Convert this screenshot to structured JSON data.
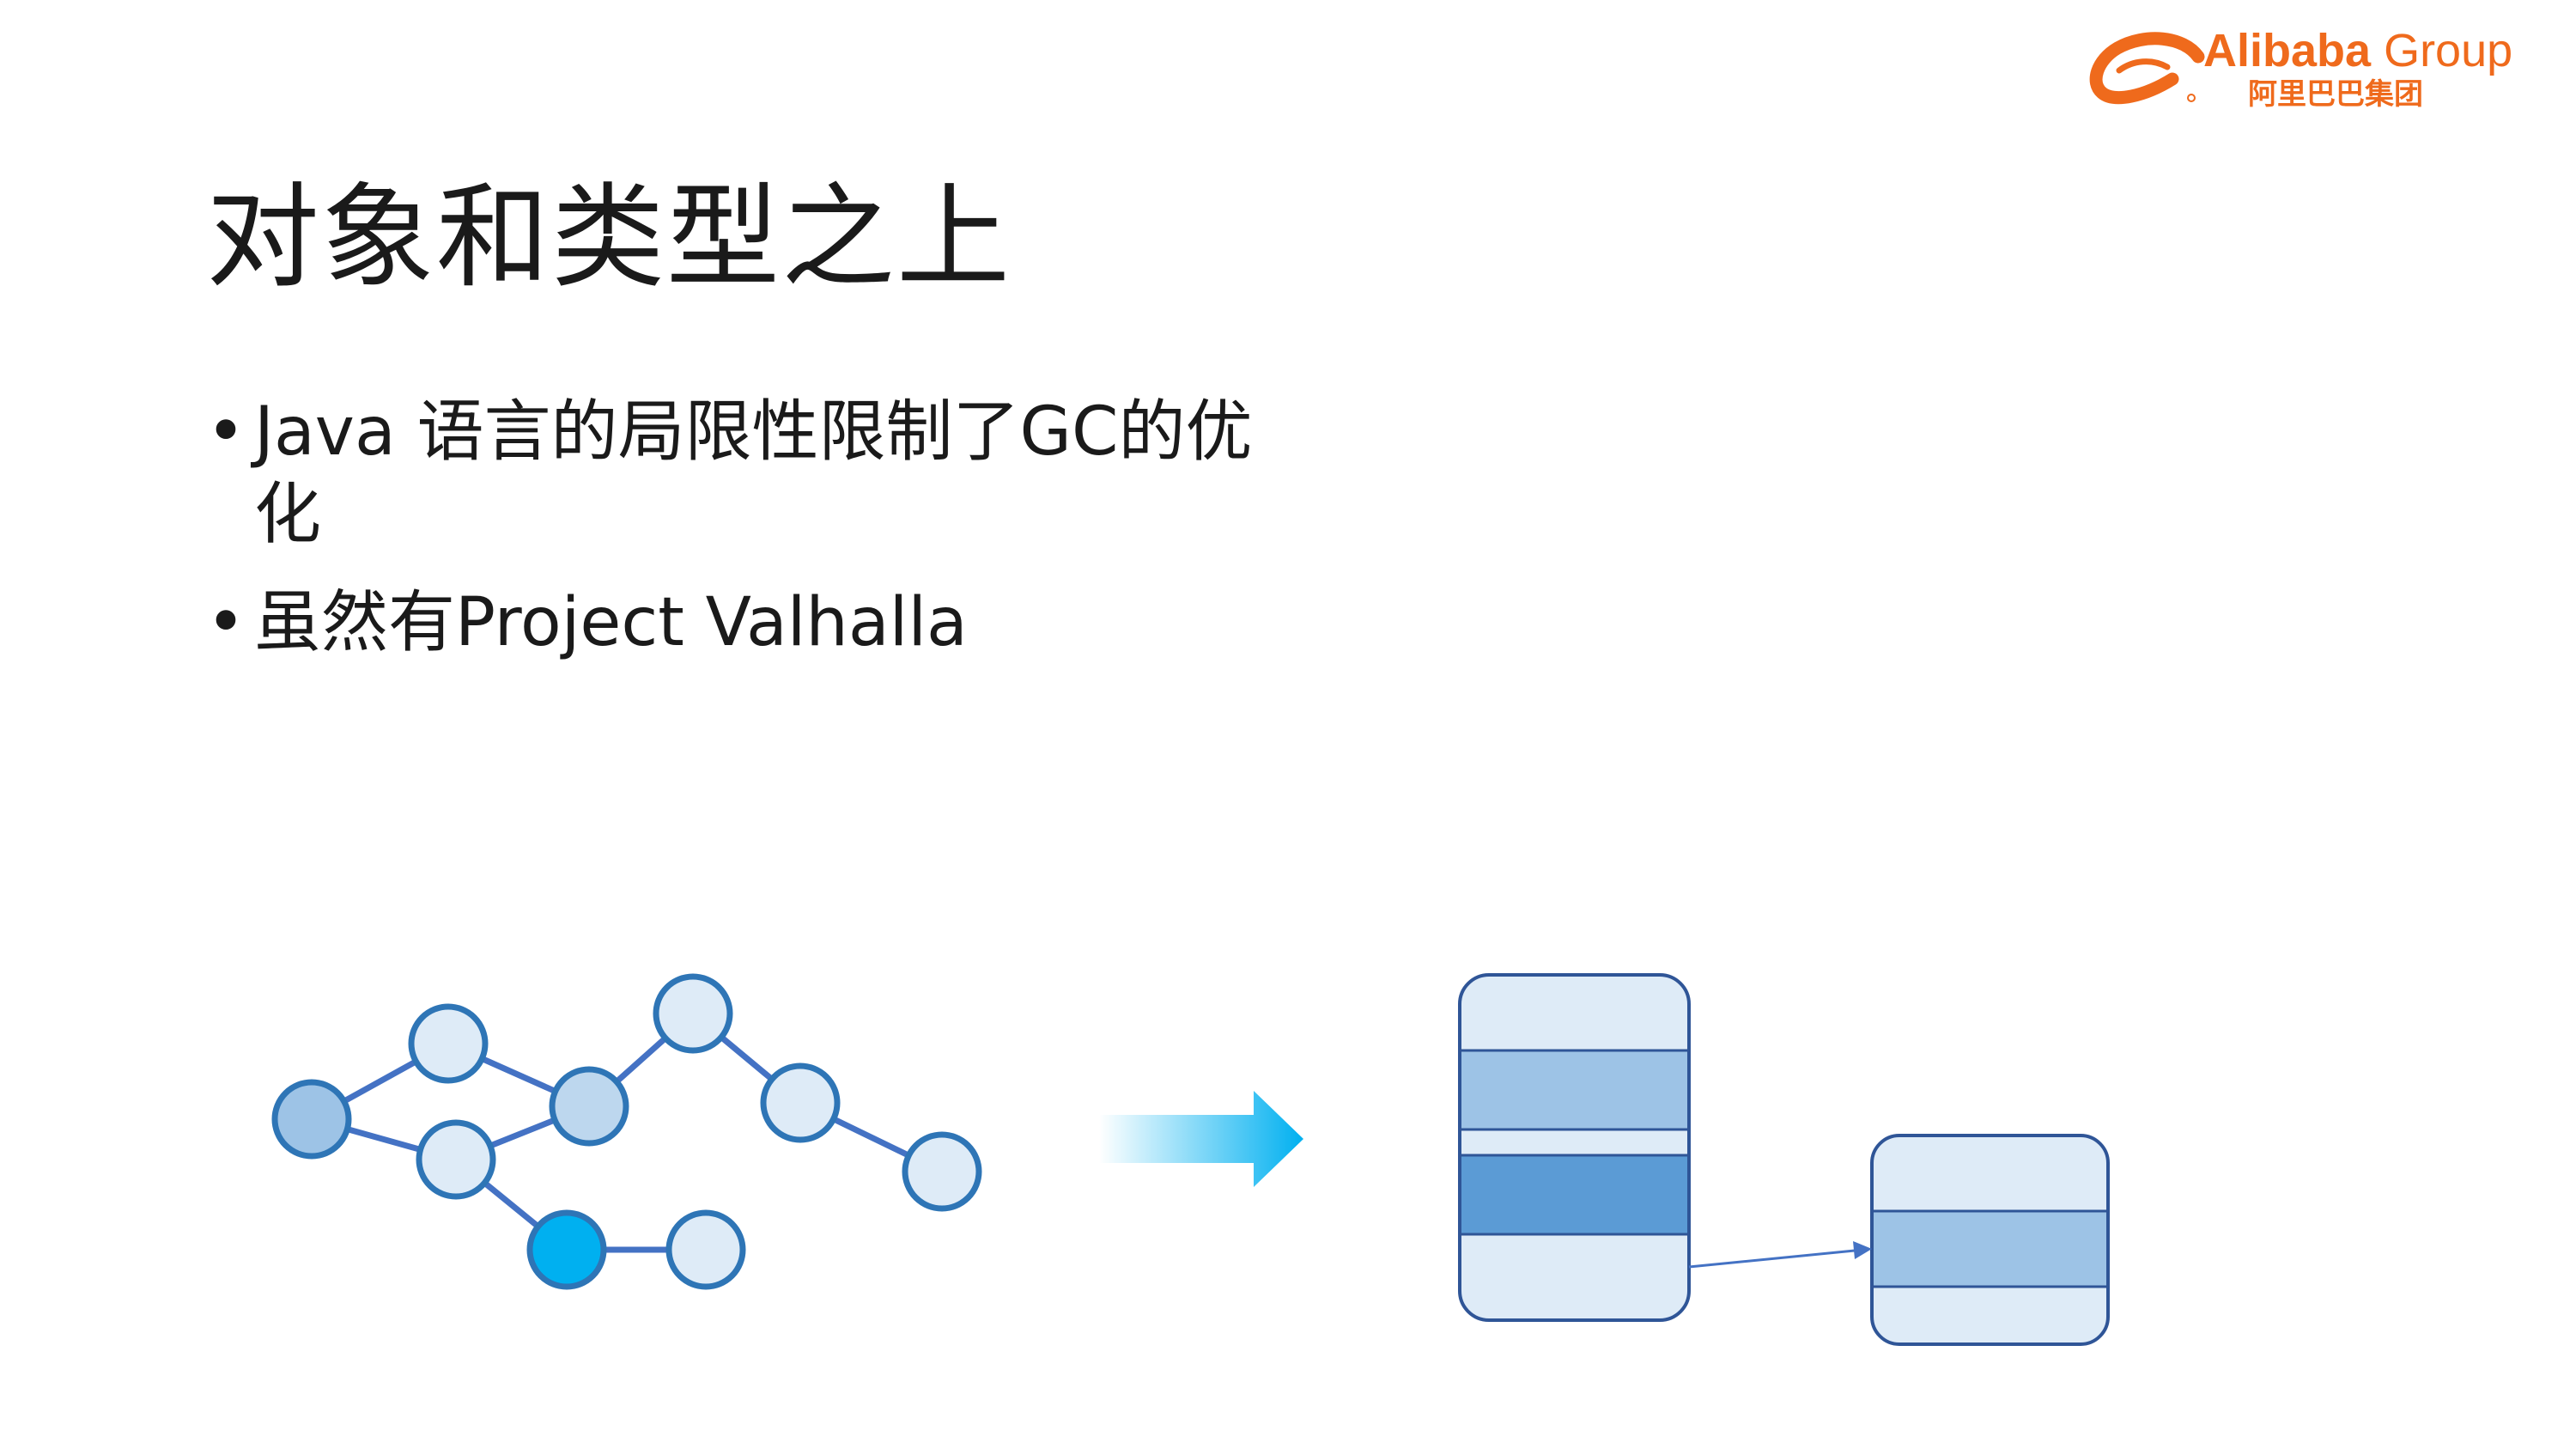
{
  "header": {
    "logo": {
      "en_brand": "Alibaba",
      "en_group": "Group",
      "cn": "阿里巴巴集团",
      "color": "#ef6a1c"
    }
  },
  "slide": {
    "title": "对象和类型之上",
    "bullets": [
      {
        "text": "Java 语言的局限性限制了GC的优化"
      },
      {
        "text": "虽然有Project Valhalla"
      }
    ]
  },
  "diagram": {
    "graph": {
      "nodes": [
        {
          "id": "n1",
          "fill": "#9dc3e6"
        },
        {
          "id": "n2",
          "fill": "#deebf7"
        },
        {
          "id": "n3",
          "fill": "#deebf7"
        },
        {
          "id": "n4",
          "fill": "#bdd7ee"
        },
        {
          "id": "n5",
          "fill": "#deebf7"
        },
        {
          "id": "n6",
          "fill": "#deebf7"
        },
        {
          "id": "n7",
          "fill": "#deebf7"
        },
        {
          "id": "n8",
          "fill": "#00b0f0"
        },
        {
          "id": "n9",
          "fill": "#deebf7"
        }
      ],
      "edges": [
        [
          "n1",
          "n2"
        ],
        [
          "n1",
          "n3"
        ],
        [
          "n2",
          "n4"
        ],
        [
          "n3",
          "n4"
        ],
        [
          "n4",
          "n5"
        ],
        [
          "n5",
          "n6"
        ],
        [
          "n6",
          "n7"
        ],
        [
          "n3",
          "n8"
        ],
        [
          "n8",
          "n9"
        ]
      ],
      "stroke": "#2e75b6",
      "edge_color": "#4472c4"
    },
    "arrow": {
      "color": "#00b0f0"
    },
    "blocks": {
      "stroke": "#2f5597",
      "left_bands": [
        "#deebf7",
        "#9dc3e6",
        "#deebf7",
        "#5b9bd5",
        "#deebf7"
      ],
      "right_bands": [
        "#deebf7",
        "#9dc3e6",
        "#deebf7"
      ]
    }
  },
  "theme": {
    "text": "#1a1a1a",
    "accent": "#ef6a1c"
  }
}
